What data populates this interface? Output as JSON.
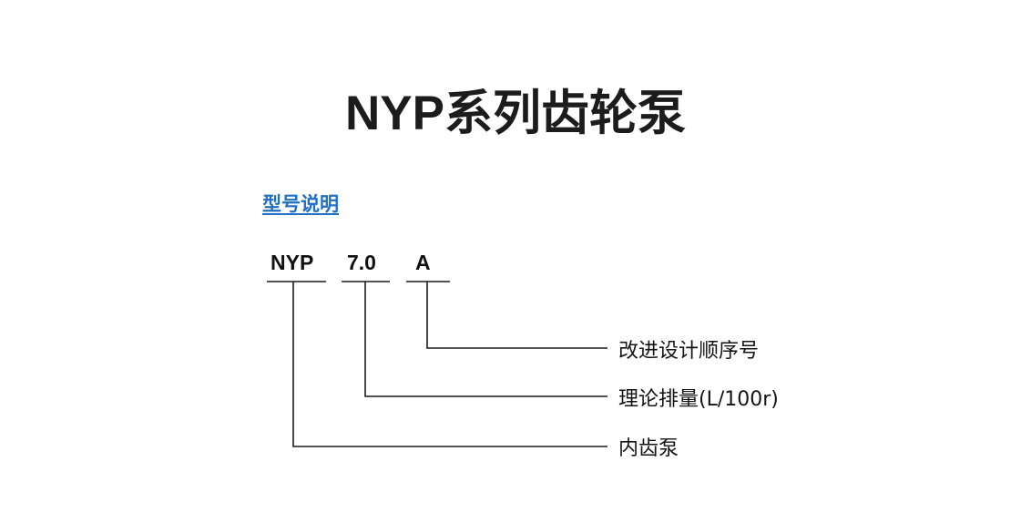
{
  "page": {
    "title": "NYP系列齿轮泵",
    "section_heading": "型号说明",
    "background_color": "#ffffff",
    "heading_color": "#1f6fc4",
    "line_color": "#1a1a1a"
  },
  "model_code": {
    "tokens": [
      {
        "id": "series",
        "text": "NYP"
      },
      {
        "id": "displacement",
        "text": "7.0"
      },
      {
        "id": "revision",
        "text": "A"
      }
    ]
  },
  "callouts": [
    {
      "id": "revision-note",
      "text": "改进设计顺序号"
    },
    {
      "id": "displacement-note",
      "text": "理论排量(L/100r)"
    },
    {
      "id": "series-note",
      "text": "内齿泵"
    }
  ]
}
